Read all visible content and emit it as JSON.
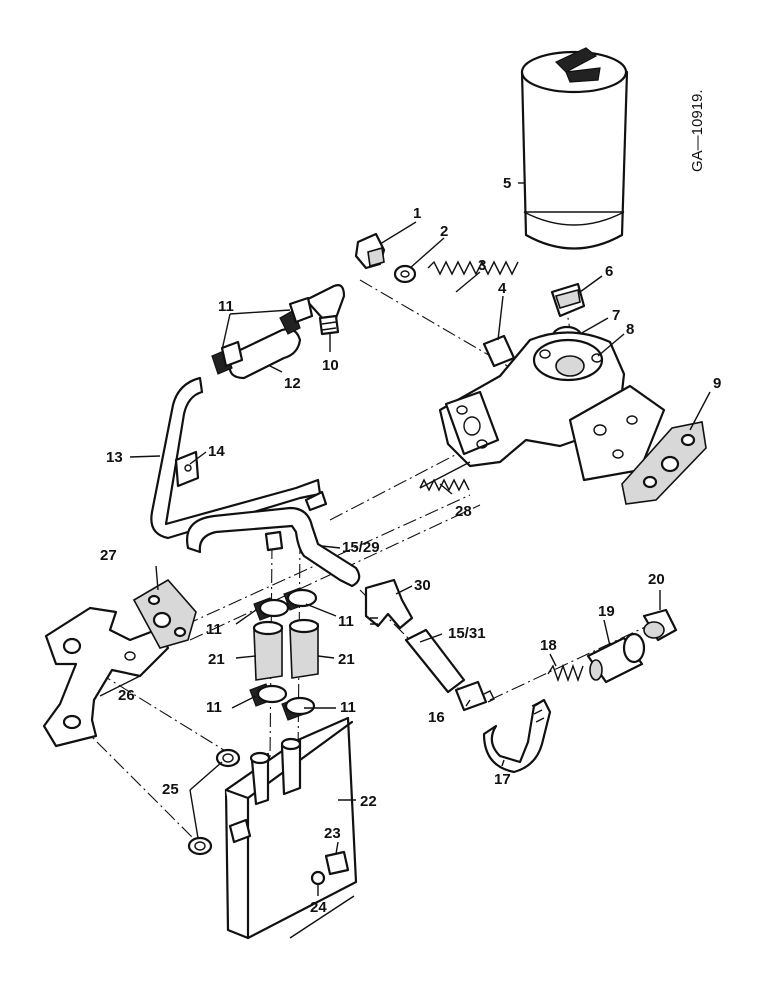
{
  "figure": {
    "reference": "GA—10919."
  },
  "callouts": {
    "c1": "1",
    "c2": "2",
    "c3": "3",
    "c4": "4",
    "c5": "5",
    "c6": "6",
    "c7": "7",
    "c8": "8",
    "c9": "9",
    "c10": "10",
    "c11a": "11",
    "c11b": "11",
    "c11c": "11",
    "c11d": "11",
    "c11e": "11",
    "c12": "12",
    "c13": "13",
    "c14": "14",
    "c15_29": "15/29",
    "c15_31": "15/31",
    "c16": "16",
    "c17": "17",
    "c18": "18",
    "c19": "19",
    "c20": "20",
    "c21a": "21",
    "c21b": "21",
    "c22": "22",
    "c23": "23",
    "c24": "24",
    "c25": "25",
    "c26": "26",
    "c27": "27",
    "c28": "28",
    "c30": "30"
  }
}
